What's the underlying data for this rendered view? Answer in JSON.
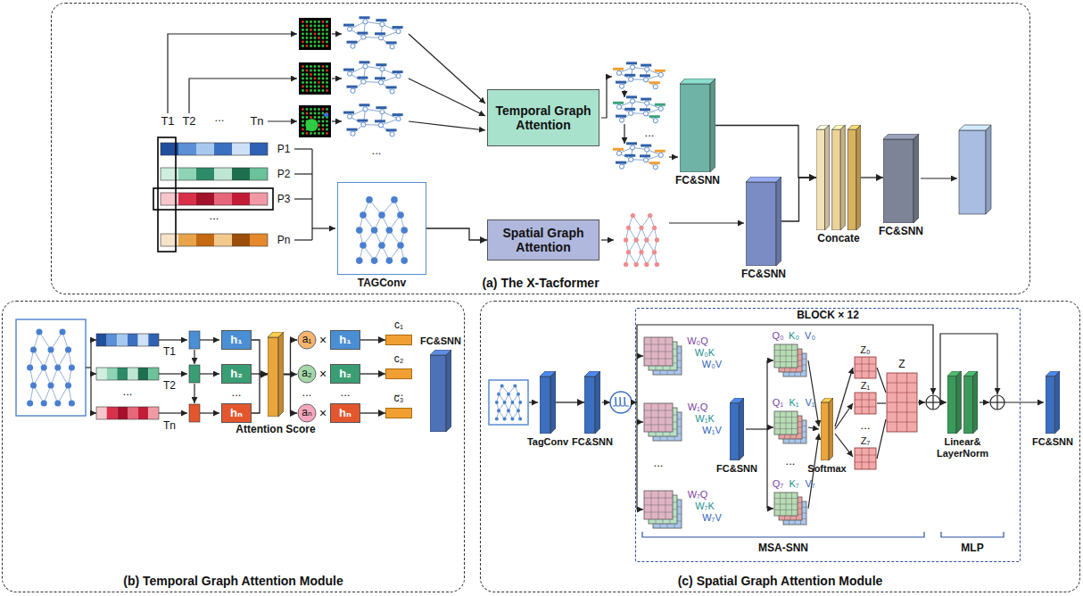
{
  "diagram": {
    "nodes": [
      {
        "text": [
          "(a) The X-Tacformer"
        ]
      },
      {
        "text": [
          "Temporal Graph Attention"
        ],
        "in": 0
      },
      {
        "text": [
          "TAGConv"
        ],
        "in": 0
      },
      {
        "text": [
          "Spatial Graph Attention"
        ],
        "in": 0
      },
      {
        "text": [
          "FC&SNN"
        ],
        "in": 0
      },
      {
        "text": [
          "FC&SNN"
        ],
        "in": 0
      },
      {
        "text": [
          "Concate"
        ],
        "in": 0
      },
      {
        "text": [
          "FC&SNN"
        ],
        "in": 0
      },
      {
        "text": [
          "(b) Temporal Graph Attention Module"
        ]
      },
      {
        "text": [
          "h₁"
        ],
        "in": 8
      },
      {
        "text": [
          "h₂"
        ],
        "in": 8
      },
      {
        "text": [
          "hₙ"
        ],
        "in": 8
      },
      {
        "text": [
          "Attention Score"
        ],
        "in": 8
      },
      {
        "text": [
          "a₁"
        ],
        "in": 8
      },
      {
        "text": [
          "a₂"
        ],
        "in": 8
      },
      {
        "text": [
          "aₙ"
        ],
        "in": 8
      },
      {
        "text": [
          "h₁"
        ],
        "in": 8
      },
      {
        "text": [
          "h₂"
        ],
        "in": 8
      },
      {
        "text": [
          "hₙ"
        ],
        "in": 8
      },
      {
        "text": [
          "c₁"
        ],
        "in": 8
      },
      {
        "text": [
          "c₂"
        ],
        "in": 8
      },
      {
        "text": [
          "c₃"
        ],
        "in": 8
      },
      {
        "text": [
          "FC&SNN"
        ],
        "in": 8
      },
      {
        "text": [
          "(c) Spatial Graph Attention Module"
        ]
      },
      {
        "text": [
          "TagConv"
        ],
        "in": 23
      },
      {
        "text": [
          "FC&SNN"
        ],
        "in": 23
      },
      {
        "text": [
          "BLOCK × 12"
        ],
        "in": 23
      },
      {
        "text": [
          "FC&SNN"
        ],
        "in": 26
      },
      {
        "text": [
          "Softmax"
        ],
        "in": 26
      },
      {
        "text": [
          "Linear& LayerNorm"
        ],
        "in": 26
      },
      {
        "text": [
          "FC&SNN"
        ],
        "in": 23
      }
    ],
    "edges": [
      {
        "from": 2,
        "to": 3,
        "arrow": "to"
      },
      {
        "from": 4,
        "to": 6,
        "arrow": "to"
      },
      {
        "from": 5,
        "to": 6,
        "arrow": "to"
      },
      {
        "from": 6,
        "to": 7,
        "arrow": "to"
      },
      {
        "from": 9,
        "to": 12,
        "arrow": "to"
      },
      {
        "from": 10,
        "to": 12,
        "arrow": "to"
      },
      {
        "from": 11,
        "to": 12,
        "arrow": "to"
      },
      {
        "from": 12,
        "to": 13,
        "arrow": "to"
      },
      {
        "from": 12,
        "to": 14,
        "arrow": "to"
      },
      {
        "from": 12,
        "to": 15,
        "arrow": "to"
      },
      {
        "from": 16,
        "to": 19,
        "arrow": "to"
      },
      {
        "from": 17,
        "to": 20,
        "arrow": "to"
      },
      {
        "from": 18,
        "to": 21,
        "arrow": "to"
      },
      {
        "from": 24,
        "to": 25,
        "arrow": "to"
      }
    ],
    "labels": [
      "T1",
      "T2",
      "...",
      "Tn",
      "P1",
      "P2",
      "P3",
      "...",
      "Pn",
      "...",
      "...",
      "T1",
      "T2",
      "...",
      "Tn",
      "...",
      "...",
      "×",
      "×",
      "×",
      "...",
      "...",
      "W₀Q",
      "W₀K",
      "W₀V",
      "W₁Q",
      "W₁K",
      "W₁V",
      "...",
      "W₇Q",
      "W₇K",
      "W₇V",
      "Q₀",
      "K₀",
      "V₀",
      "Q₁",
      "K₁",
      "V₁",
      "...",
      "Q₇",
      "K₇",
      "V₇",
      "Z₀",
      "Z₁",
      "...",
      "Z₇",
      "Z",
      "MSA-SNN",
      "MLP"
    ]
  }
}
